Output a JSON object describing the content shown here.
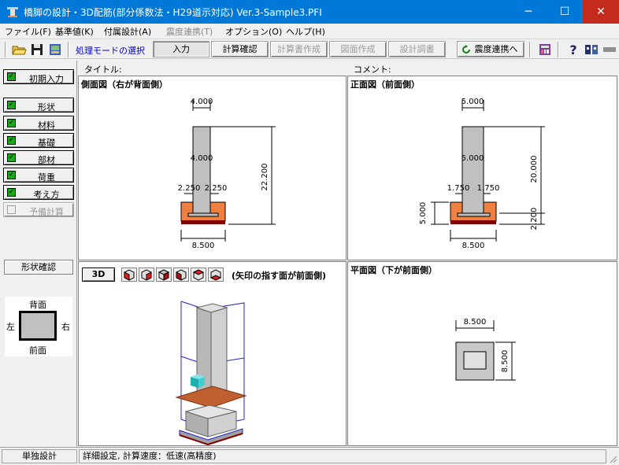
{
  "window": {
    "title": "橋脚の設計・3D配筋(部分係数法・H29道示対応) Ver.3-Sample3.PFI",
    "minimize_glyph": "─",
    "maximize_glyph": "☐",
    "close_glyph": "✕"
  },
  "menu": {
    "items": [
      {
        "label": "ファイル(F)",
        "enabled": true
      },
      {
        "label": "基準値(K)",
        "enabled": true
      },
      {
        "label": "付属設計(A)",
        "enabled": true
      },
      {
        "label": "震度連携(T)",
        "enabled": false
      },
      {
        "label": "オプション(O)",
        "enabled": true
      },
      {
        "label": "ヘルプ(H)",
        "enabled": true
      }
    ]
  },
  "toolbar": {
    "icons": [
      "open-folder-icon",
      "save-icon",
      "print-preview-icon",
      "calculator-icon",
      "help-icon",
      "network-icon"
    ],
    "mode_label": "処理モードの選択",
    "buttons": [
      {
        "label": "入力",
        "state": "pressed"
      },
      {
        "label": "計算確認",
        "state": "normal"
      },
      {
        "label": "計算書作成",
        "state": "disabled"
      },
      {
        "label": "図面作成",
        "state": "disabled"
      },
      {
        "label": "設計調書",
        "state": "disabled"
      },
      {
        "label": "震度連携へ",
        "state": "normal"
      }
    ]
  },
  "left_panel": {
    "initial_input": "初期入力",
    "items": [
      {
        "label": "形状",
        "checked": true,
        "enabled": true
      },
      {
        "label": "材料",
        "checked": true,
        "enabled": true
      },
      {
        "label": "基礎",
        "checked": true,
        "enabled": true
      },
      {
        "label": "部材",
        "checked": true,
        "enabled": true
      },
      {
        "label": "荷重",
        "checked": true,
        "enabled": true
      },
      {
        "label": "考え方",
        "checked": true,
        "enabled": true
      },
      {
        "label": "予備計算",
        "checked": false,
        "enabled": false
      }
    ],
    "check_mark": "✓",
    "shape_check": "形状確認",
    "orientation": {
      "top": "背面",
      "left": "左",
      "right": "右",
      "bottom": "前面"
    }
  },
  "main": {
    "title_label": "タイトル:",
    "comment_label": "コメント:",
    "side_view": {
      "title": "側面図（右が背面側）",
      "dims": {
        "top_width": "4.000",
        "mid_width": "4.000",
        "left_offset": "2.250",
        "right_offset": "2.250",
        "height": "22.200",
        "bottom_width": "8.500"
      }
    },
    "front_view": {
      "title": "正面図（前面側）",
      "dims": {
        "top_width": "5.000",
        "mid_width": "5.000",
        "left_offset": "1.750",
        "right_offset": "1.750",
        "height": "20.000",
        "footing_height": "5.000",
        "footing_thickness": "2.200",
        "bottom_width": "8.500"
      }
    },
    "view3d": {
      "button": "3D",
      "cube_icons": [
        "cube-view-front-icon",
        "cube-view-right-icon",
        "cube-view-back-icon",
        "cube-view-left-icon",
        "cube-view-top-icon",
        "cube-view-bottom-icon"
      ],
      "note": "(矢印の指す面が前面側)"
    },
    "plan_view": {
      "title": "平面図（下が前面側）",
      "dims": {
        "width": "8.500",
        "depth": "8.500"
      }
    }
  },
  "status": {
    "left": "単独設計",
    "right": "詳細設定, 計算速度：低速(高精度)"
  },
  "colors": {
    "titlebar": "#0078d7",
    "close_hover": "#c42b1c",
    "check_green": "#18a818",
    "mode_label": "#0000cc",
    "footing_fill": "#f08040",
    "footing_base": "#800000",
    "pier_fill": "#c0c0c0"
  }
}
